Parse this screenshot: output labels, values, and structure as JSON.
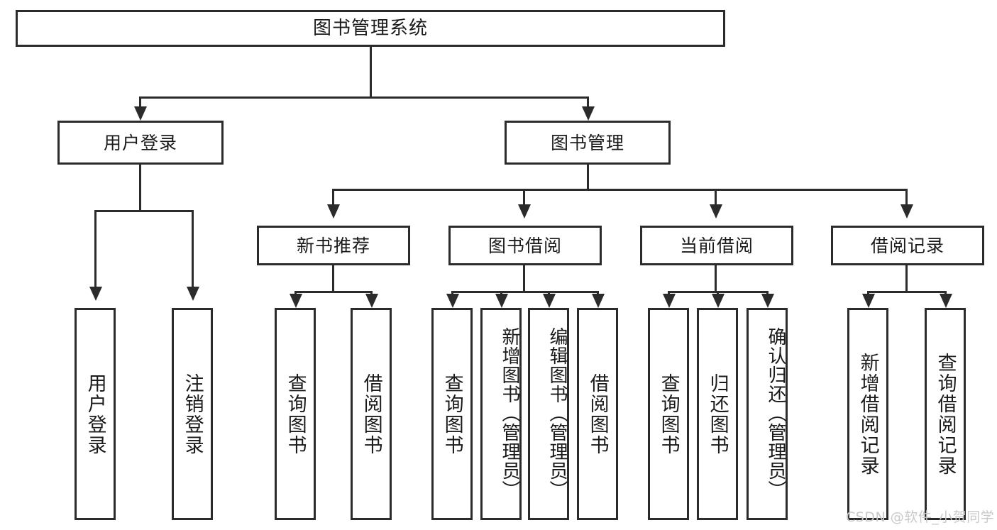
{
  "diagram": {
    "title": "图书管理系统",
    "type": "tree",
    "root": {
      "id": "root",
      "label": "图书管理系统"
    },
    "level1": [
      {
        "id": "user-login-group",
        "label": "用户登录"
      },
      {
        "id": "book-manage-group",
        "label": "图书管理"
      }
    ],
    "level2": [
      {
        "id": "new-book-recommend",
        "label": "新书推荐",
        "parent": "book-manage-group"
      },
      {
        "id": "book-borrow",
        "label": "图书借阅",
        "parent": "book-manage-group"
      },
      {
        "id": "current-borrow",
        "label": "当前借阅",
        "parent": "book-manage-group"
      },
      {
        "id": "borrow-record",
        "label": "借阅记录",
        "parent": "book-manage-group"
      }
    ],
    "leaves": {
      "user_login_group": [
        {
          "id": "leaf-user-login",
          "label": "用户登录"
        },
        {
          "id": "leaf-logout",
          "label": "注销登录"
        }
      ],
      "new_book_recommend": [
        {
          "id": "leaf-query-book-1",
          "label": "查询图书"
        },
        {
          "id": "leaf-borrow-book-1",
          "label": "借阅图书"
        }
      ],
      "book_borrow": [
        {
          "id": "leaf-query-book-2",
          "label": "查询图书"
        },
        {
          "id": "leaf-add-book-admin",
          "label": "新增图书（管理员）"
        },
        {
          "id": "leaf-edit-book-admin",
          "label": "编辑图书（管理员）"
        },
        {
          "id": "leaf-borrow-book-2",
          "label": "借阅图书"
        }
      ],
      "current_borrow": [
        {
          "id": "leaf-query-book-3",
          "label": "查询图书"
        },
        {
          "id": "leaf-return-book",
          "label": "归还图书"
        },
        {
          "id": "leaf-confirm-return-admin",
          "label": "确认归还（管理员）"
        }
      ],
      "borrow_record": [
        {
          "id": "leaf-add-borrow-record",
          "label": "新增借阅记录"
        },
        {
          "id": "leaf-query-borrow-record",
          "label": "查询借阅记录"
        }
      ]
    }
  },
  "watermark": {
    "text": "CSDN @软件_小贺同学"
  },
  "colors": {
    "stroke": "#2b2b2b",
    "background": "#ffffff",
    "text": "#1a1a1a",
    "watermark": "#c9c9c9"
  }
}
